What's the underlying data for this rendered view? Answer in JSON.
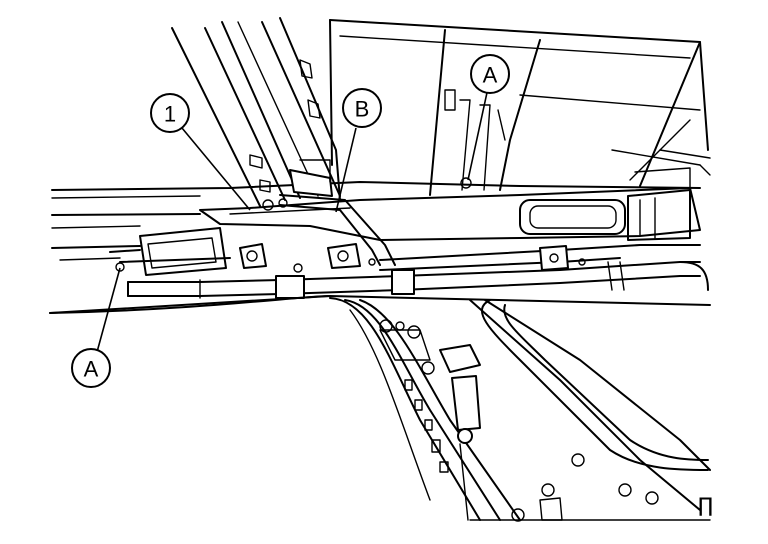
{
  "callouts": {
    "one": "1",
    "b": "B",
    "a_top": "A",
    "a_left": "A"
  },
  "page_mark": "∏"
}
